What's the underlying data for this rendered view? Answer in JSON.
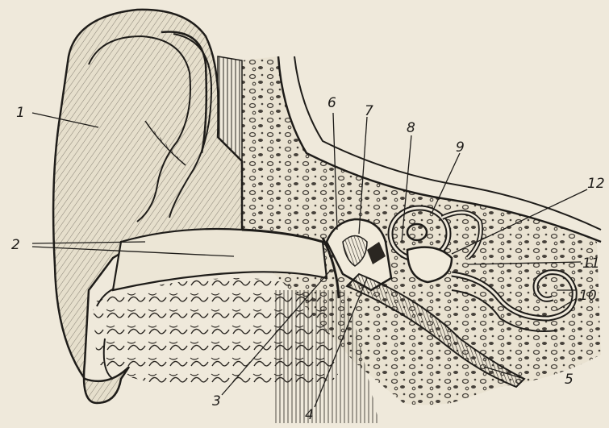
{
  "labels": {
    "l1": "1",
    "l2": "2",
    "l3": "3",
    "l4": "4",
    "l5": "5",
    "l6": "6",
    "l7": "7",
    "l8": "8",
    "l9": "9",
    "l10": "10",
    "l11": "11",
    "l12": "12"
  },
  "colors": {
    "paper": "#efe9db",
    "ink": "#1e1c19"
  }
}
